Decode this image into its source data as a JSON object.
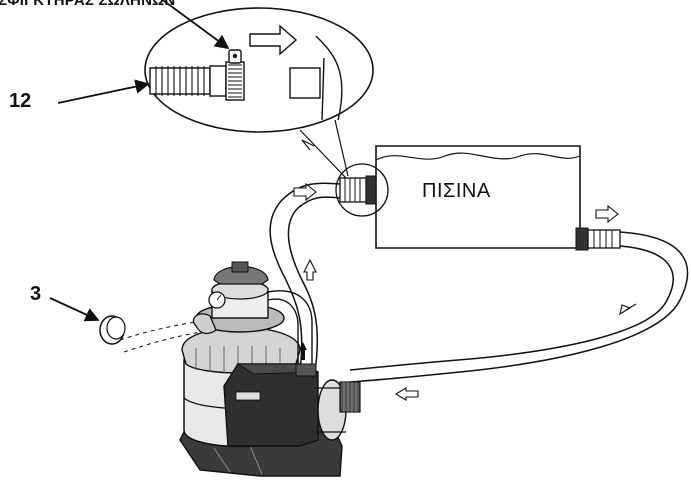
{
  "labels": {
    "top_caption": "ΣΦΙΓΚΤΗΡΑΣ ΣΩΛΗΝΩΝ",
    "callout_12": "12",
    "callout_3": "3",
    "pool": "ΠΙΣΙΝΑ"
  },
  "colors": {
    "line": "#111111",
    "fill_light": "#ffffff",
    "fill_body": "#e6e6e6",
    "fill_dark": "#2a2a2a"
  },
  "icons": [
    "hose-clamp-icon",
    "flow-arrow-icon",
    "filter-pump-icon",
    "valve-icon",
    "cap-icon"
  ]
}
